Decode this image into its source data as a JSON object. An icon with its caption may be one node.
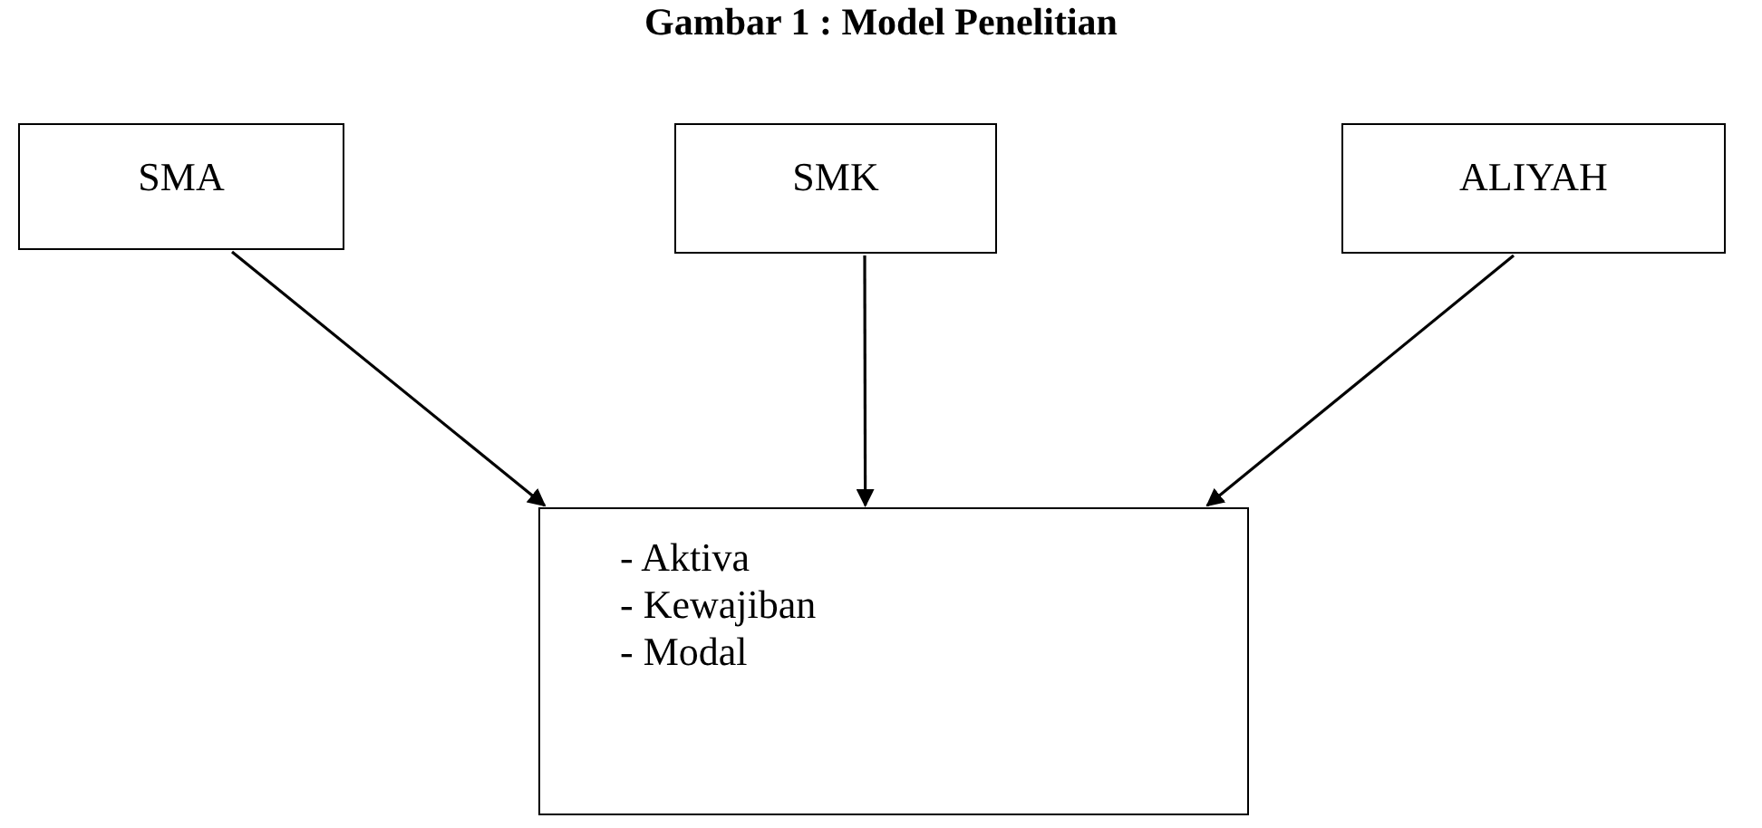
{
  "diagram": {
    "title": "Gambar 1 : Model Penelitian",
    "nodes": [
      {
        "text": [
          "SMA"
        ]
      },
      {
        "text": [
          "SMK"
        ]
      },
      {
        "text": [
          "ALIYAH"
        ]
      },
      {
        "text": [
          "- Aktiva",
          "- Kewajiban",
          "- Modal"
        ]
      }
    ],
    "edges": [
      {
        "from": 0,
        "to": 3,
        "arrow": "to"
      },
      {
        "from": 1,
        "to": 3,
        "arrow": "to"
      },
      {
        "from": 2,
        "to": 3,
        "arrow": "to"
      }
    ]
  }
}
